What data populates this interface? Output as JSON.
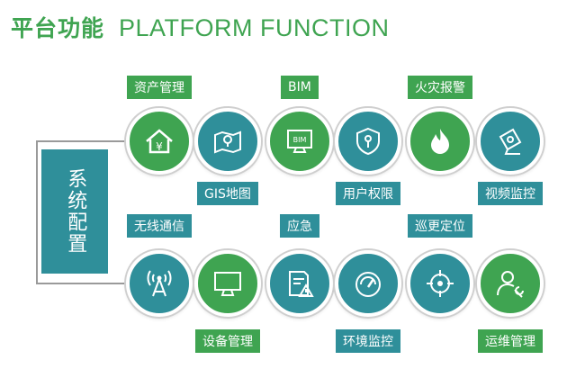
{
  "header": {
    "title_cn": "平台功能",
    "title_en": "PLATFORM FUNCTION"
  },
  "config": {
    "label": "系统配置"
  },
  "colors": {
    "green": "#3fa451",
    "teal": "#2f8f9a",
    "line": "#9a9a9a"
  },
  "row1": [
    {
      "label": "资产管理",
      "icon": "house-yen-icon",
      "color": "green",
      "label_pos": "top"
    },
    {
      "label": "GIS地图",
      "icon": "map-icon",
      "color": "teal",
      "label_pos": "bottom"
    },
    {
      "label": "BIM",
      "icon": "bim-monitor-icon",
      "color": "green",
      "label_pos": "top"
    },
    {
      "label": "用户权限",
      "icon": "shield-key-icon",
      "color": "teal",
      "label_pos": "bottom"
    },
    {
      "label": "火灾报警",
      "icon": "fire-icon",
      "color": "green",
      "label_pos": "top"
    },
    {
      "label": "视频监控",
      "icon": "camera-icon",
      "color": "teal",
      "label_pos": "bottom"
    }
  ],
  "row2": [
    {
      "label": "无线通信",
      "icon": "wireless-tower-icon",
      "color": "teal",
      "label_pos": "top"
    },
    {
      "label": "设备管理",
      "icon": "monitor-icon",
      "color": "green",
      "label_pos": "bottom"
    },
    {
      "label": "应急",
      "icon": "emergency-doc-icon",
      "color": "teal",
      "label_pos": "top"
    },
    {
      "label": "环境监控",
      "icon": "gauge-icon",
      "color": "teal",
      "label_pos": "bottom"
    },
    {
      "label": "巡更定位",
      "icon": "target-icon",
      "color": "teal",
      "label_pos": "top"
    },
    {
      "label": "运维管理",
      "icon": "user-wrench-icon",
      "color": "green",
      "label_pos": "bottom"
    }
  ]
}
